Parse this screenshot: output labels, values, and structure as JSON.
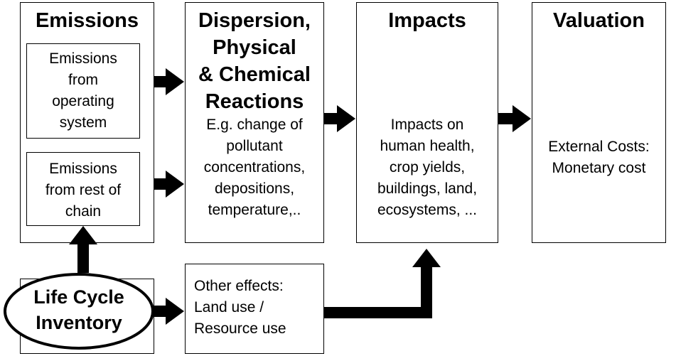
{
  "emissions": {
    "title": "Emissions",
    "operating": "Emissions\nfrom\noperating\nsystem",
    "chain": "Emissions\nfrom rest of\nchain"
  },
  "dispersion": {
    "title": "Dispersion,\nPhysical\n& Chemical\nReactions",
    "body": "E.g. change of\npollutant\nconcentrations,\ndepositions,\ntemperature,.."
  },
  "impacts": {
    "title": "Impacts",
    "body": "Impacts on\nhuman health,\ncrop yields,\nbuildings, land,\necosystems, ..."
  },
  "valuation": {
    "title": "Valuation",
    "body": "External Costs:\nMonetary cost"
  },
  "lci": {
    "label": "Life Cycle\nInventory"
  },
  "other": {
    "body": "Other effects:\nLand use /\nResource use"
  }
}
